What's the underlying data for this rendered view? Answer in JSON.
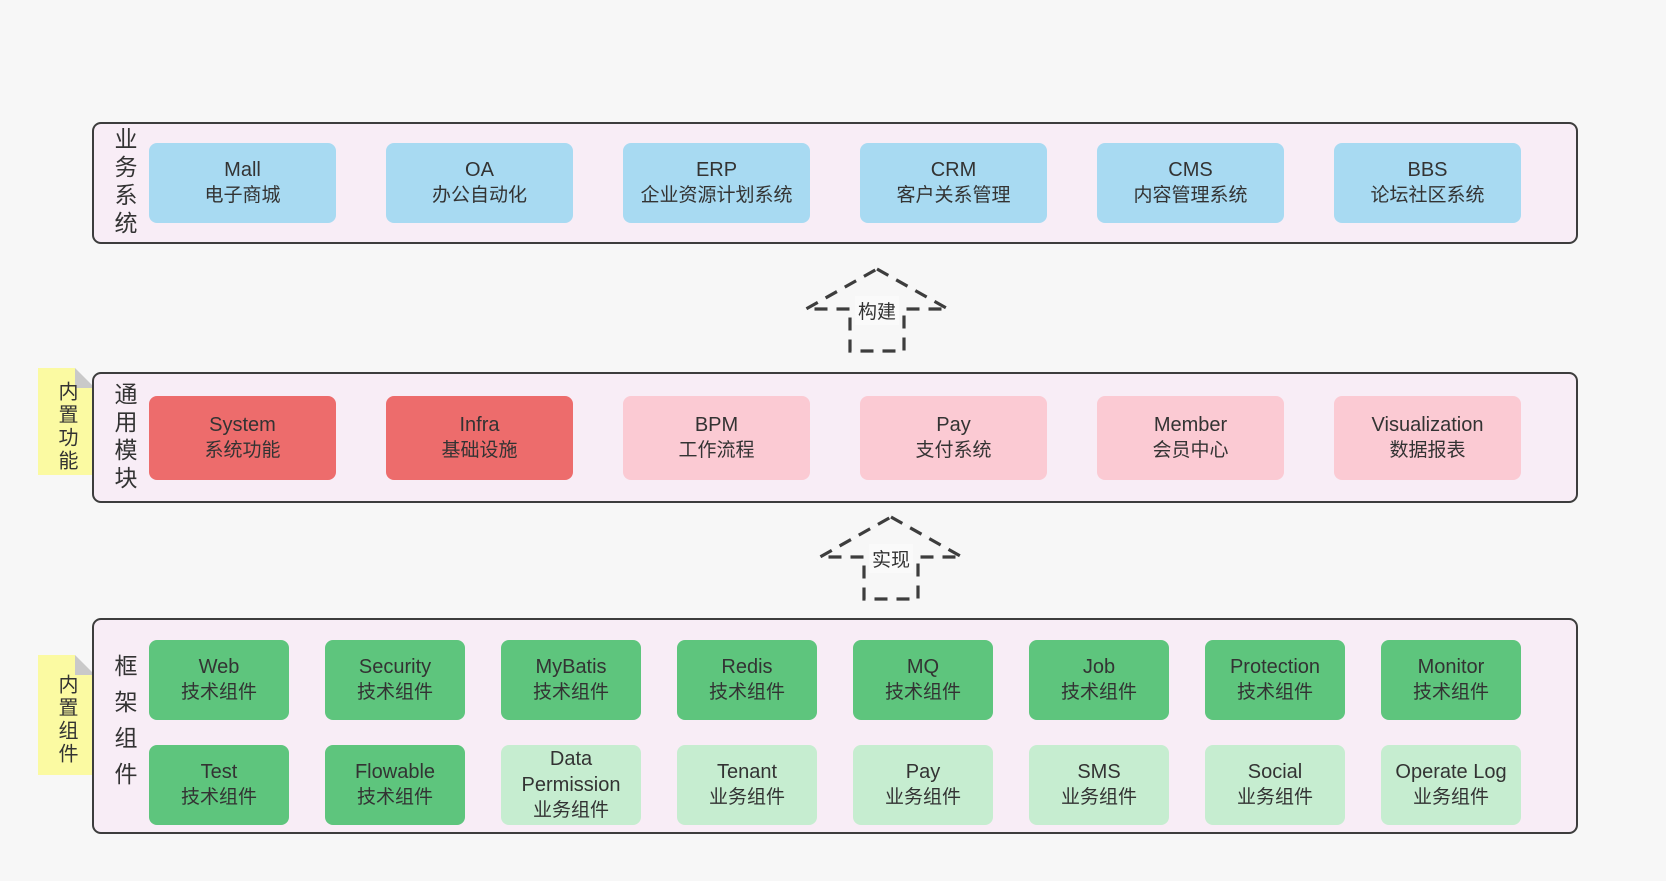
{
  "colors": {
    "page_bg": "#f7f7f7",
    "band_bg": "#f8edf6",
    "band_border": "#3d3d3d",
    "blue_box": "#a8daf2",
    "red_box": "#ed6c6c",
    "pink_box": "#fbcad3",
    "green_box": "#5ec57d",
    "light_green_box": "#c6edd0",
    "note_yellow": "#fbfaa2",
    "text": "#333333"
  },
  "band_business": {
    "label": "业务系统",
    "boxes": [
      {
        "en": "Mall",
        "zh": "电子商城"
      },
      {
        "en": "OA",
        "zh": "办公自动化"
      },
      {
        "en": "ERP",
        "zh": "企业资源计划系统"
      },
      {
        "en": "CRM",
        "zh": "客户关系管理"
      },
      {
        "en": "CMS",
        "zh": "内容管理系统"
      },
      {
        "en": "BBS",
        "zh": "论坛社区系统"
      }
    ]
  },
  "arrow_build": {
    "label": "构建"
  },
  "band_modules": {
    "label": "通用模块",
    "note": "内置功能",
    "boxes": [
      {
        "en": "System",
        "zh": "系统功能"
      },
      {
        "en": "Infra",
        "zh": "基础设施"
      },
      {
        "en": "BPM",
        "zh": "工作流程"
      },
      {
        "en": "Pay",
        "zh": "支付系统"
      },
      {
        "en": "Member",
        "zh": "会员中心"
      },
      {
        "en": "Visualization",
        "zh": "数据报表"
      }
    ]
  },
  "arrow_implement": {
    "label": "实现"
  },
  "band_components": {
    "label": "框架组件",
    "note": "内置组件",
    "row1": [
      {
        "en": "Web",
        "zh": "技术组件"
      },
      {
        "en": "Security",
        "zh": "技术组件"
      },
      {
        "en": "MyBatis",
        "zh": "技术组件"
      },
      {
        "en": "Redis",
        "zh": "技术组件"
      },
      {
        "en": "MQ",
        "zh": "技术组件"
      },
      {
        "en": "Job",
        "zh": "技术组件"
      },
      {
        "en": "Protection",
        "zh": "技术组件"
      },
      {
        "en": "Monitor",
        "zh": "技术组件"
      }
    ],
    "row2": [
      {
        "en": "Test",
        "zh": "技术组件"
      },
      {
        "en": "Flowable",
        "zh": "技术组件"
      },
      {
        "en": "Data Permission",
        "zh": "业务组件"
      },
      {
        "en": "Tenant",
        "zh": "业务组件"
      },
      {
        "en": "Pay",
        "zh": "业务组件"
      },
      {
        "en": "SMS",
        "zh": "业务组件"
      },
      {
        "en": "Social",
        "zh": "业务组件"
      },
      {
        "en": "Operate Log",
        "zh": "业务组件"
      }
    ]
  }
}
